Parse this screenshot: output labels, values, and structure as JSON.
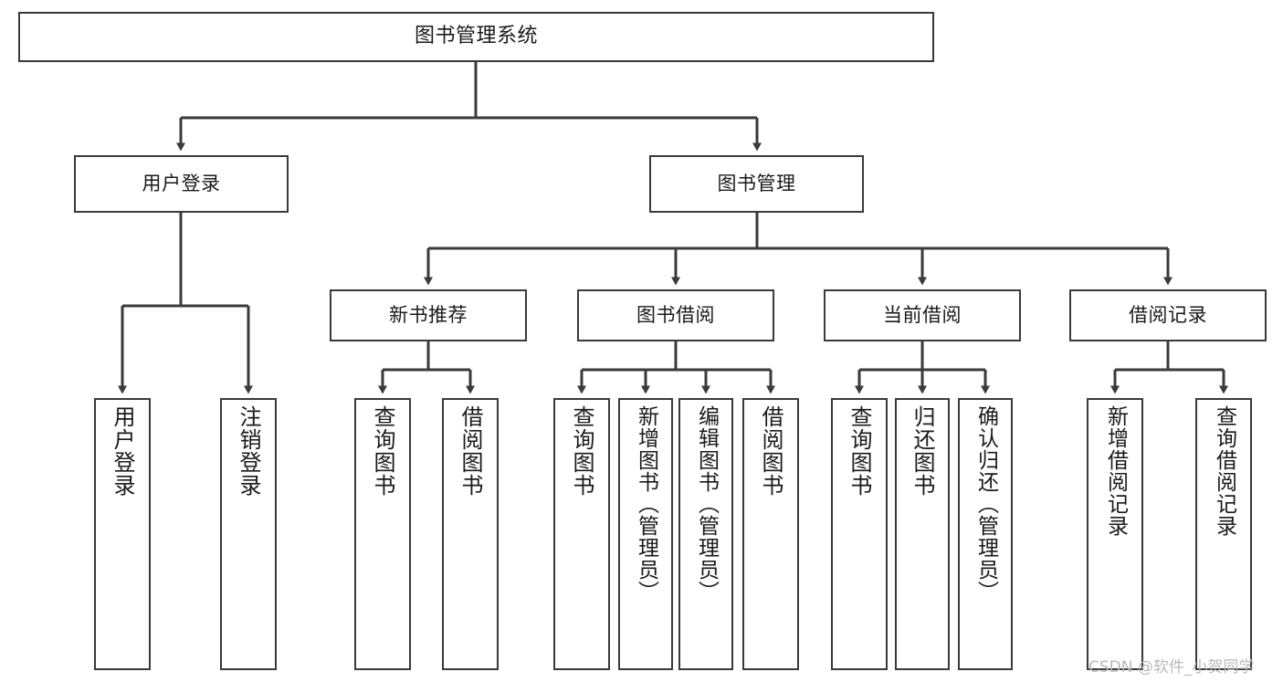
{
  "diagram": {
    "title": "图书管理系统",
    "type": "功能结构图",
    "theme": {
      "border_color": "#3a3a3a",
      "node_fill": "#ffffff",
      "connector_color": "#3a3a3a",
      "text_color": "#1a1a1a",
      "background": "#ffffff",
      "watermark_color": "#b9b9b9"
    },
    "nodes": {
      "root": {
        "label": "图书管理系统"
      },
      "level1": [
        {
          "id": "user-login",
          "label": "用户登录"
        },
        {
          "id": "book-manage",
          "label": "图书管理"
        }
      ],
      "level2": [
        {
          "id": "new-book-recommend",
          "label": "新书推荐",
          "parent": "book-manage"
        },
        {
          "id": "book-borrow",
          "label": "图书借阅",
          "parent": "book-manage"
        },
        {
          "id": "current-borrow",
          "label": "当前借阅",
          "parent": "book-manage"
        },
        {
          "id": "borrow-record",
          "label": "借阅记录",
          "parent": "book-manage"
        }
      ],
      "leaves": [
        {
          "id": "leaf-user-login",
          "label": "用户登录",
          "parent": "user-login"
        },
        {
          "id": "leaf-logout",
          "label": "注销登录",
          "parent": "user-login"
        },
        {
          "id": "leaf-query-book-rec",
          "label": "查询图书",
          "parent": "new-book-recommend"
        },
        {
          "id": "leaf-borrow-book-rec",
          "label": "借阅图书",
          "parent": "new-book-recommend"
        },
        {
          "id": "leaf-query-book-borrow",
          "label": "查询图书",
          "parent": "book-borrow"
        },
        {
          "id": "leaf-add-book",
          "label": "新增图书（管理员）",
          "parent": "book-borrow"
        },
        {
          "id": "leaf-edit-book",
          "label": "编辑图书（管理员）",
          "parent": "book-borrow"
        },
        {
          "id": "leaf-borrow-book",
          "label": "借阅图书",
          "parent": "book-borrow"
        },
        {
          "id": "leaf-query-book-current",
          "label": "查询图书",
          "parent": "current-borrow"
        },
        {
          "id": "leaf-return-book",
          "label": "归还图书",
          "parent": "current-borrow"
        },
        {
          "id": "leaf-confirm-return",
          "label": "确认归还（管理员）",
          "parent": "current-borrow"
        },
        {
          "id": "leaf-add-record",
          "label": "新增借阅记录",
          "parent": "borrow-record"
        },
        {
          "id": "leaf-query-record",
          "label": "查询借阅记录",
          "parent": "borrow-record"
        }
      ]
    },
    "watermark": "CSDN @软件_小贺同学"
  }
}
